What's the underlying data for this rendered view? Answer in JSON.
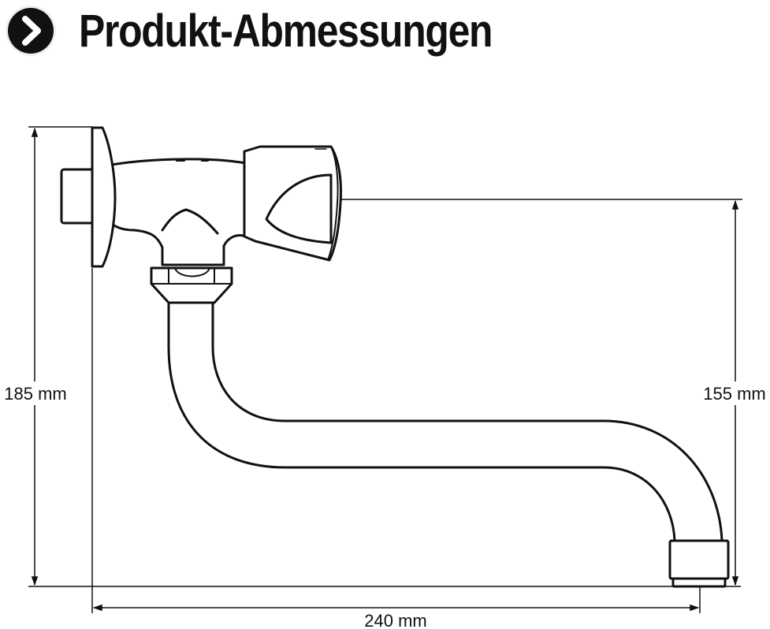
{
  "header": {
    "title": "Produkt-Abmessungen",
    "icon": "chevron-right-icon"
  },
  "dimensions": {
    "height_total": "185 mm",
    "height_spout": "155 mm",
    "width": "240 mm"
  },
  "colors": {
    "line": "#111111",
    "background": "#ffffff"
  }
}
